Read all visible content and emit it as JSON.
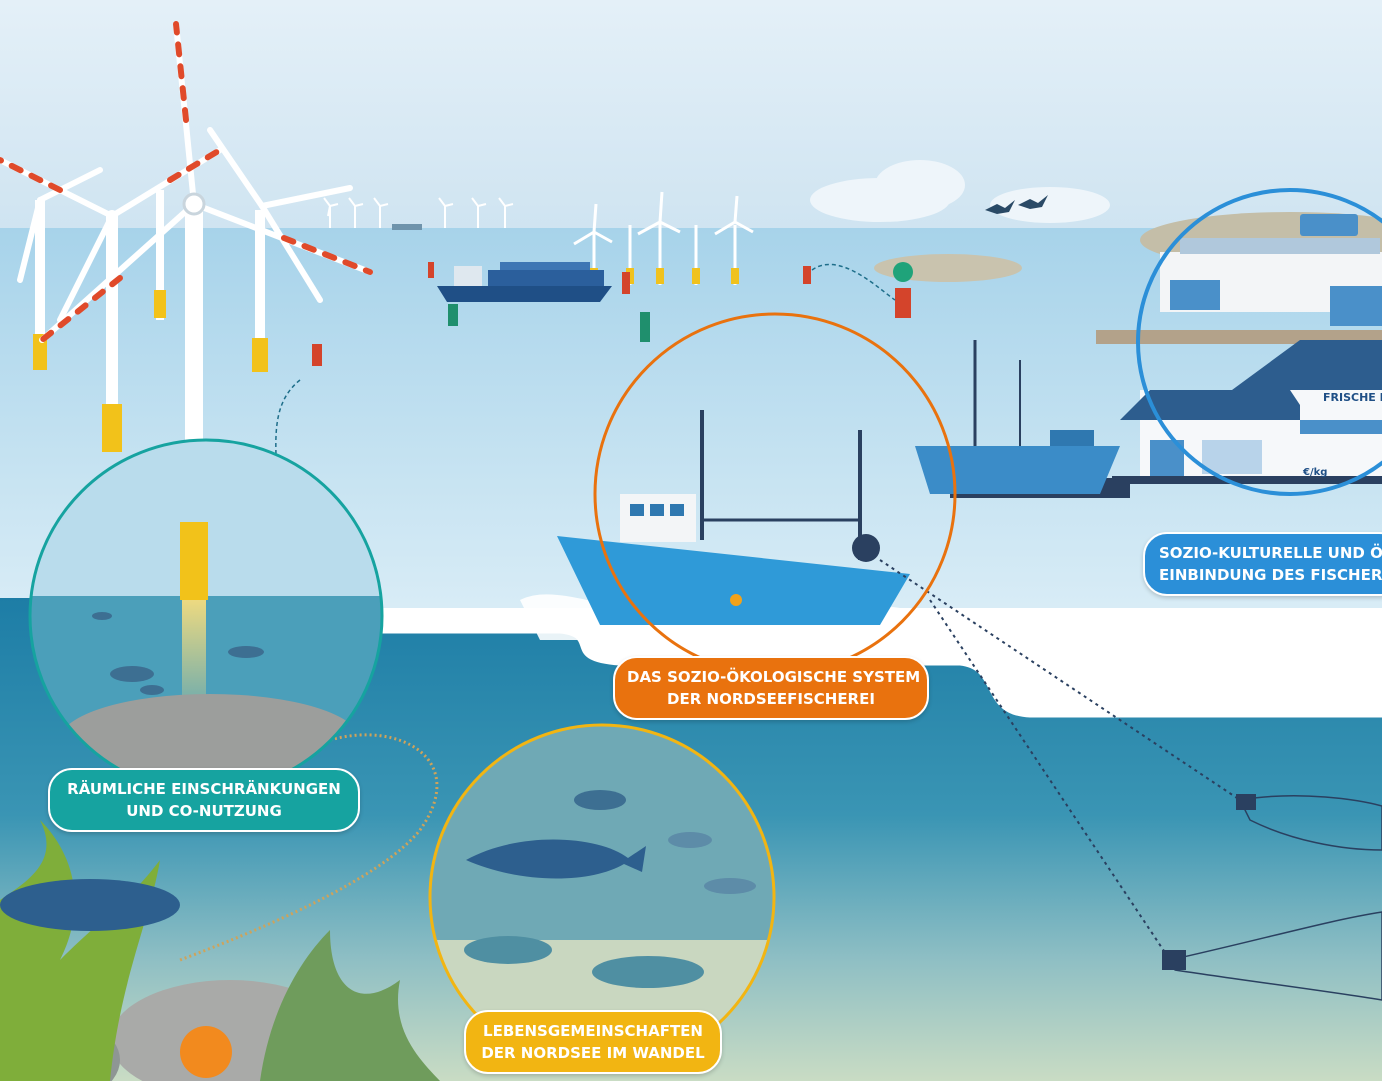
{
  "labels": {
    "spatial": {
      "line1": "RÄUMLICHE EINSCHRÄNKUNGEN",
      "line2": "UND CO-NUTZUNG"
    },
    "system": {
      "line1": "DAS SOZIO-ÖKOLOGISCHE SYSTEM",
      "line2": "DER NORDSEEFISCHEREI"
    },
    "communities": {
      "line1": "LEBENSGEMEINSCHAFTEN",
      "line2": "DER NORDSEE IM WANDEL"
    },
    "sociocultural": {
      "line1": "SOZIO-KULTURELLE UND ÖK",
      "line2": "EINBINDUNG DES FISCHER"
    }
  },
  "signs": {
    "shop": "FRISCHE FI",
    "price": "€/kg"
  },
  "colors": {
    "teal": "#16a3a0",
    "orange": "#e9720e",
    "yellow": "#f2b512",
    "blue": "#2b8fd8",
    "sky": "#dcebf5",
    "sea": "#1f7fa6",
    "boat": "#2f9ad8"
  }
}
